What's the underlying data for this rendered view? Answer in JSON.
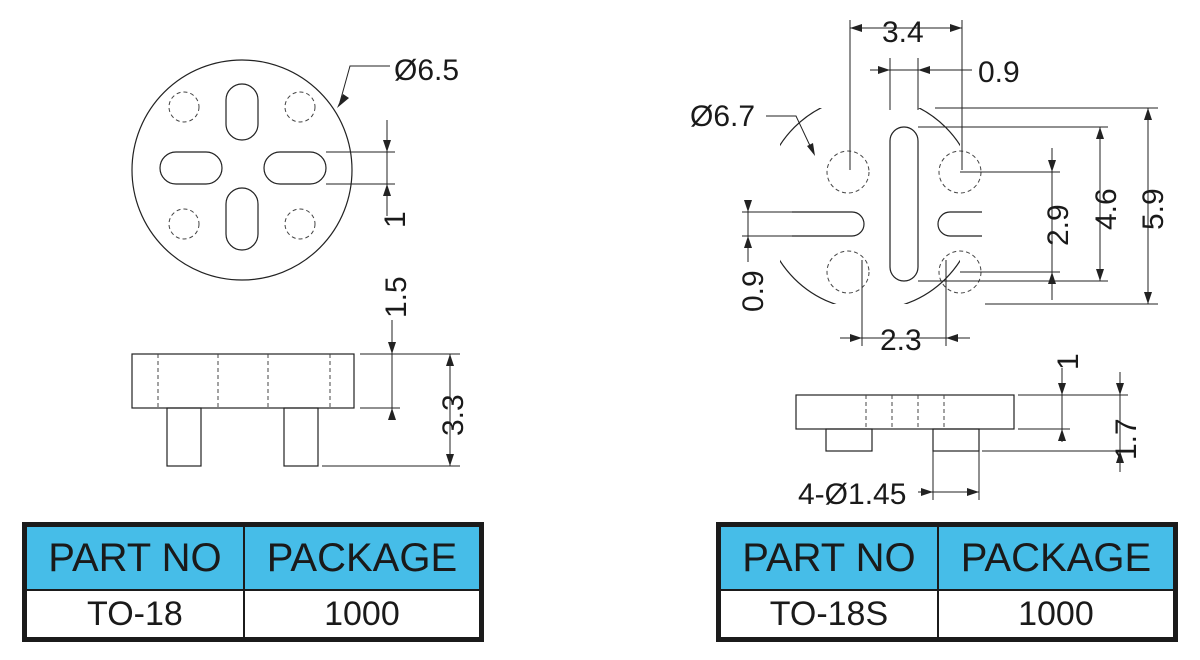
{
  "colors": {
    "table_header_bg": "#46bde8",
    "line": "#222222"
  },
  "left_part": {
    "dims": {
      "diameter": "Ø6.5",
      "slot_width": "1",
      "base_thickness": "1.5",
      "total_height": "3.3"
    },
    "table": {
      "header_part": "PART NO",
      "header_package": "PACKAGE",
      "part_no": "TO-18",
      "package": "1000"
    }
  },
  "right_part": {
    "dims": {
      "top_width": "3.4",
      "slot_width": "0.9",
      "diameter": "Ø6.7",
      "slot_gap": "0.9",
      "hole_spacing_v": "2.9",
      "slot_length": "4.6",
      "flat_height": "5.9",
      "hole_spacing_h": "2.3",
      "base_thickness": "1",
      "total_height": "1.7",
      "hole_spec": "4-Ø1.45"
    },
    "table": {
      "header_part": "PART NO",
      "header_package": "PACKAGE",
      "part_no": "TO-18S",
      "package": "1000"
    }
  }
}
